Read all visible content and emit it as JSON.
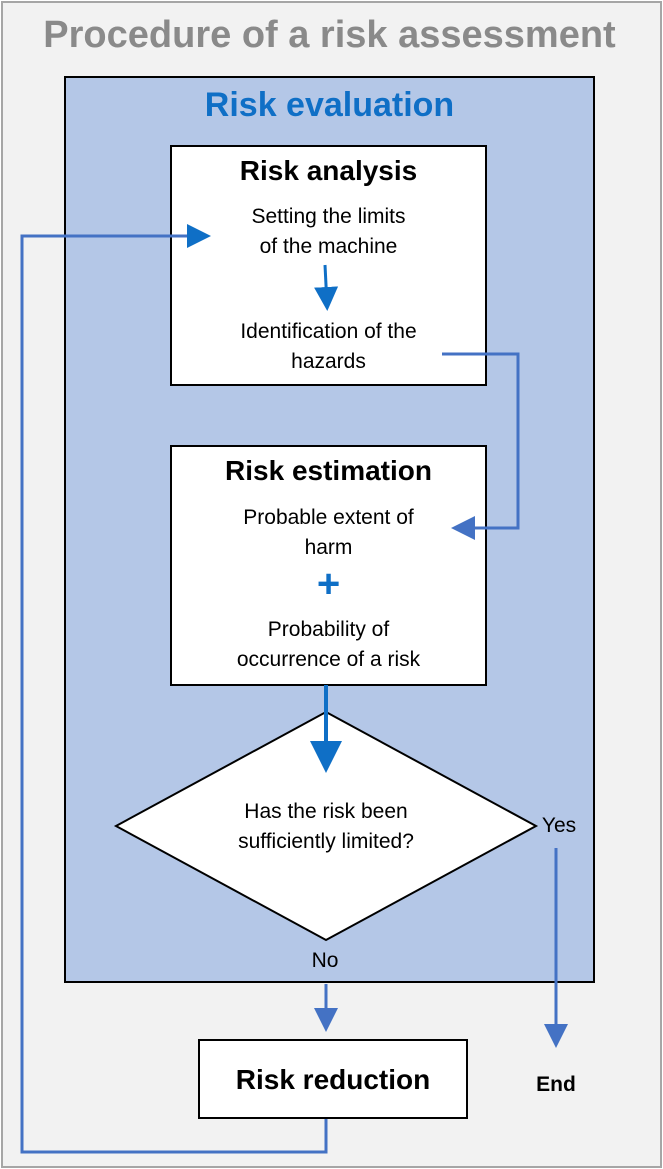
{
  "title": "Procedure of a risk assessment",
  "evaluation": {
    "title": "Risk evaluation"
  },
  "analysis": {
    "title": "Risk analysis",
    "step1": "Setting the limits of the machine",
    "step1_lines": [
      "Setting the limits",
      "of the machine"
    ],
    "step2": "Identification of the hazards",
    "step2_lines": [
      "Identification of the",
      "hazards"
    ]
  },
  "estimation": {
    "title": "Risk estimation",
    "item1": "Probable extent of harm",
    "item1_lines": [
      "Probable extent of",
      "harm"
    ],
    "plus": "+",
    "item2": "Probability of occurrence of a risk",
    "item2_lines": [
      "Probability of",
      "occurrence of a risk"
    ]
  },
  "decision": {
    "question": "Has the risk been sufficiently limited?",
    "question_lines": [
      "Has the risk been",
      "sufficiently limited?"
    ],
    "yes_label": "Yes",
    "no_label": "No"
  },
  "reduction": {
    "label": "Risk reduction"
  },
  "end_label": "End",
  "colors": {
    "accent": "#0f6fc6",
    "connector": "#4472c4",
    "panel": "#b4c7e7",
    "background": "#f2f2f2",
    "title_gray": "#8a8a8a"
  }
}
